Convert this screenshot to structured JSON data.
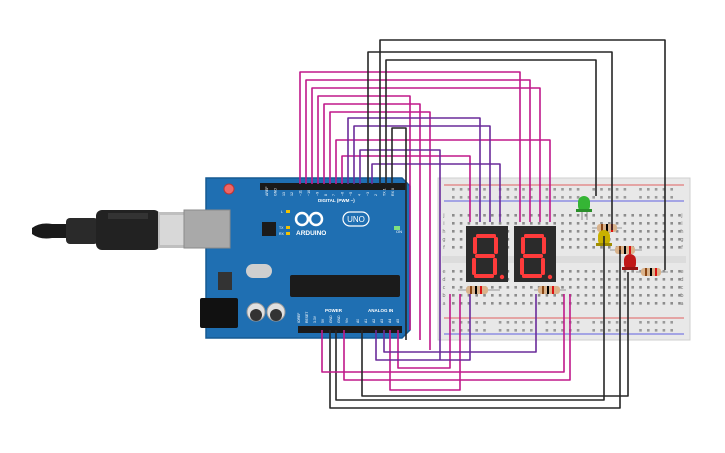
{
  "arduino": {
    "brand": "ARDUINO",
    "model": "UNO",
    "digital_header": "DIGITAL (PWM ~)",
    "power_header": "POWER",
    "analog_header": "ANALOG IN",
    "on_label": "ON",
    "tx_label": "TX",
    "rx_label": "RX",
    "l_label": "L",
    "top_pins": [
      "AREF",
      "GND",
      "13",
      "12",
      "~11",
      "~10",
      "~9",
      "8",
      "7",
      "~6",
      "~5",
      "4",
      "~3",
      "2",
      "TX 1",
      "RX 0"
    ],
    "power_pins": [
      "IOREF",
      "RESET",
      "3.3V",
      "5V",
      "GND",
      "GND",
      "Vin"
    ],
    "analog_pins": [
      "A0",
      "A1",
      "A2",
      "A3",
      "A4",
      "A5"
    ]
  },
  "breadboard": {
    "row_letters_top": [
      "j",
      "i",
      "h",
      "g",
      "f"
    ],
    "row_letters_bottom": [
      "e",
      "d",
      "c",
      "b",
      "a"
    ]
  },
  "colors": {
    "board_blue": "#1f6fb2",
    "wire_magenta": "#c0188a",
    "wire_purple": "#6a2b9a",
    "wire_black": "#262626",
    "breadboard": "#e8e8e8",
    "led_green": "#35b535",
    "led_yellow": "#c9b100",
    "led_red": "#c01818",
    "segment_red": "#ff3b3b"
  }
}
